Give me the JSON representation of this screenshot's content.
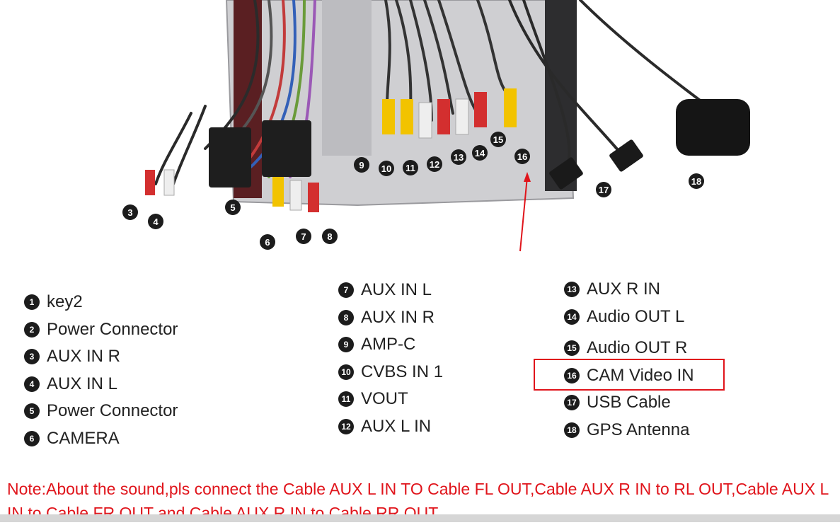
{
  "callouts": [
    "3",
    "4",
    "5",
    "6",
    "7",
    "8",
    "9",
    "10",
    "11",
    "12",
    "13",
    "14",
    "15",
    "16",
    "17",
    "18"
  ],
  "legend": {
    "col1": [
      {
        "num": "1",
        "label": "key2"
      },
      {
        "num": "2",
        "label": "Power Connector"
      },
      {
        "num": "3",
        "label": "AUX IN R"
      },
      {
        "num": "4",
        "label": "AUX IN L"
      },
      {
        "num": "5",
        "label": "Power Connector"
      },
      {
        "num": "6",
        "label": "CAMERA"
      }
    ],
    "col2": [
      {
        "num": "7",
        "label": "AUX IN L"
      },
      {
        "num": "8",
        "label": "AUX IN R"
      },
      {
        "num": "9",
        "label": "AMP-C"
      },
      {
        "num": "10",
        "label": "CVBS IN 1"
      },
      {
        "num": "11",
        "label": "VOUT"
      },
      {
        "num": "12",
        "label": "AUX L IN"
      }
    ],
    "col3": [
      {
        "num": "13",
        "label": "AUX R IN"
      },
      {
        "num": "14",
        "label": "Audio OUT L"
      },
      {
        "num": "15",
        "label": "Audio OUT R"
      },
      {
        "num": "16",
        "label": "CAM Video IN"
      },
      {
        "num": "17",
        "label": "USB Cable"
      },
      {
        "num": "18",
        "label": "GPS Antenna"
      }
    ]
  },
  "note": "Note:About the sound,pls connect the Cable AUX L IN TO Cable FL OUT,Cable AUX R IN to RL OUT,Cable AUX L IN to Cable FR OUT and Cable AUX R IN to Cable RR OUT"
}
